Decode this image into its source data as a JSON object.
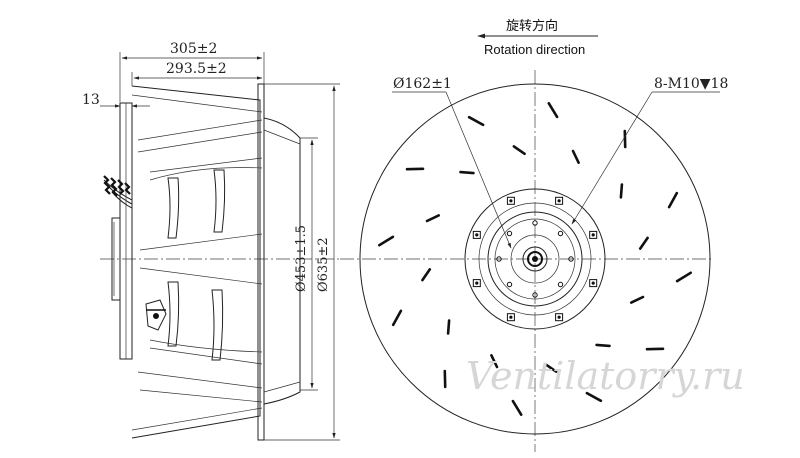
{
  "side_view": {
    "overall_length": "305±2",
    "impeller_length": "293.5±2",
    "flange_offset": "13",
    "inner_diameter": "Ø453±1.5",
    "outer_diameter": "Ø635±2"
  },
  "front_view": {
    "direction_zh": "旋转方向",
    "direction_en": "Rotation direction",
    "hub_diameter": "Ø162±1",
    "mount_holes": "8-M10▼18"
  },
  "watermark": "Ventilatorry.ru",
  "colors": {
    "line": "#222222",
    "watermark": "#d6d6d6"
  }
}
